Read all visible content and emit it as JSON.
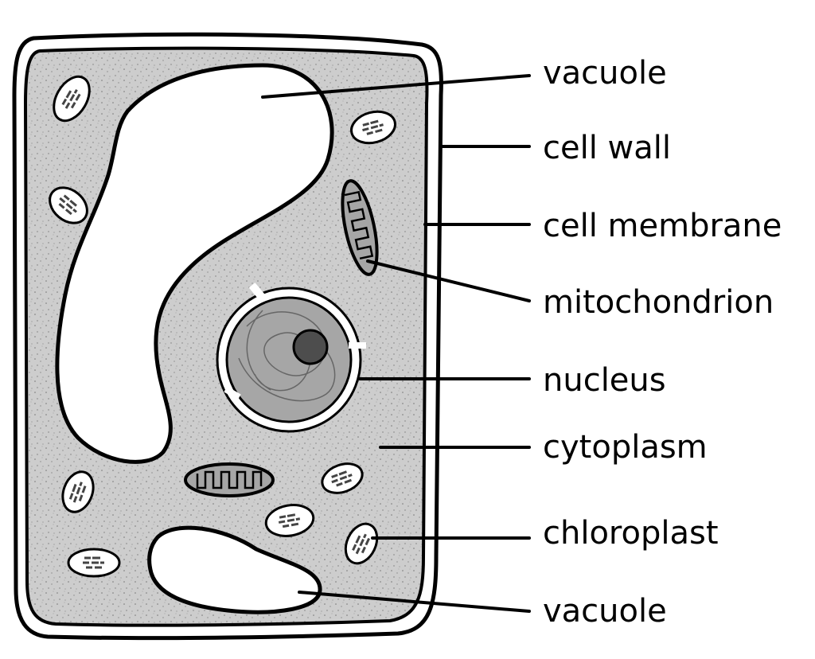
{
  "labels": {
    "vacuole_top": "vacuole",
    "cell_wall": "cell wall",
    "cell_membrane": "cell membrane",
    "mitochondrion": "mitochondrion",
    "nucleus": "nucleus",
    "cytoplasm": "cytoplasm",
    "chloroplast": "chloroplast",
    "vacuole_bottom": "vacuole"
  }
}
